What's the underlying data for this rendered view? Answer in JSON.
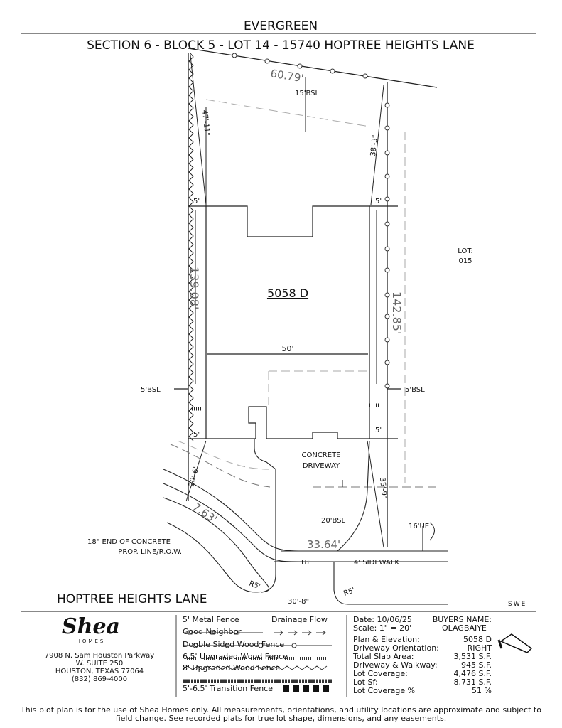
{
  "header": {
    "subdivision": "EVERGREEN",
    "title": "SECTION 6 - BLOCK 5 - LOT 14 - 15740 HOPTREE HEIGHTS LANE"
  },
  "plan": {
    "top_length": "60.79'",
    "top_bsl": "15'BSL",
    "left_top_dim": "47'-11\"",
    "right_top_dim": "38'-3\"",
    "left_length": "139.08'",
    "right_length": "142.85'",
    "side_setback_left_top": "5'",
    "side_setback_right_top": "5'",
    "side_setback_left_bottom": "5'",
    "side_setback_right_bottom": "5'",
    "house_label": "5058 D",
    "house_width": "50'",
    "left_bsl": "5'BSL",
    "right_bsl": "5'BSL",
    "adjacent_lot_label": "LOT:",
    "adjacent_lot_number": "015",
    "driveway_label_1": "CONCRETE",
    "driveway_label_2": "DRIVEWAY",
    "front_left_dim": "20'-6\"",
    "front_right_dim": "35'-9\"",
    "front_bsl": "20'BSL",
    "utility_easement": "16'UE",
    "front_curve_length": "7.63'",
    "front_length": "33.64'",
    "end_of_concrete": "18\" END OF CONCRETE",
    "prop_line": "PROP. LINE/R.O.W.",
    "driveway_width": "18'",
    "sidewalk": "4' SIDEWALK",
    "radius_left": "R5'",
    "radius_right": "R5'",
    "street_dim": "30'-8\"",
    "street_name": "HOPTREE HEIGHTS LANE",
    "utility_symbols": "SWE"
  },
  "company": {
    "logo": "Shea",
    "logo_sub": "HOMES",
    "address_1": "7908 N. Sam Houston Parkway",
    "address_2": "W. SUITE 250",
    "address_3": "HOUSTON, TEXAS 77064",
    "phone": "(832) 869-4000"
  },
  "legend": {
    "metal_fence": "5' Metal Fence",
    "drainage": "Drainage Flow",
    "good_neighbor": "Good Neighbor",
    "double_sided": "Double Sided Wood Fence",
    "upgraded_65": "6.5' Upgraded Wood Fence",
    "upgraded_8": "8' Upgraded Wood Fence",
    "transition": "5'-6.5' Transition Fence"
  },
  "info": {
    "date_label": "Date:",
    "date": "10/06/25",
    "scale_label": "Scale:",
    "scale": "1\" = 20'",
    "buyers_label": "BUYERS NAME:",
    "buyer": "OLAGBAIYE",
    "rows": [
      {
        "label": "Plan & Elevation:",
        "value": "5058 D"
      },
      {
        "label": "Driveway Orientation:",
        "value": "RIGHT"
      },
      {
        "label": "Total Slab Area:",
        "value": "3,531 S.F."
      },
      {
        "label": "Driveway & Walkway:",
        "value": "945 S.F."
      },
      {
        "label": "Lot Coverage:",
        "value": "4,476 S.F."
      },
      {
        "label": "Lot Sf:",
        "value": "8,731 S.F."
      },
      {
        "label": "Lot Coverage %",
        "value": "51 %"
      }
    ]
  },
  "disclaimer": "This plot plan is for the use of Shea Homes only. All measurements, orientations, and utility locations are approximate and subject to field change. See recorded plats for true lot shape, dimensions, and any easements."
}
